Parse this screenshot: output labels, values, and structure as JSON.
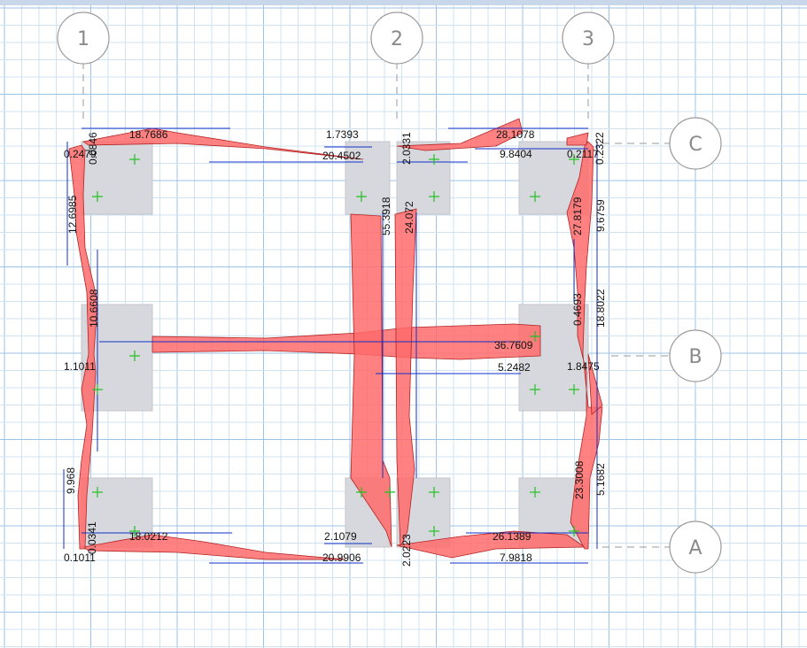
{
  "colors": {
    "background": "#ffffff",
    "top_bar": "#c8d8ea",
    "grid_minor": "#cfe3f3",
    "grid_major": "#9cc3e6",
    "diagram_fill": "#ff6b6b",
    "diagram_stroke": "#b22222",
    "dimension_line": "#1030c8",
    "column_fill": "#d6d8dd",
    "column_mark": "#21c021",
    "bubble_stroke": "#9a9a9a",
    "text": "#111111"
  },
  "grid_axes": {
    "vertical": [
      {
        "label": "1"
      },
      {
        "label": "2"
      },
      {
        "label": "3"
      }
    ],
    "horizontal": [
      {
        "label": "C"
      },
      {
        "label": "B"
      },
      {
        "label": "A"
      }
    ]
  },
  "values": {
    "c_top_1": "18.7686",
    "c_top_2": "1.7393",
    "c_top_3": "28.1078",
    "c_mid_2": "20.4502",
    "c_mid_3": "9.8404",
    "c_left_end": "0.2479",
    "c_right_end": "0.2117",
    "c_v1": "0.0846",
    "c_v2": "2.0331",
    "c_v3": "0.2322",
    "l1_upper": "12.6985",
    "l1_mid": "10.6608",
    "l1_lower": "9.968",
    "l1_bot": "0.0341",
    "l2_main": "55.3918",
    "l2_side": "24.072",
    "l3_upper_a": "27.8179",
    "l3_upper_b": "9.6759",
    "l3_mid_a": "0.4693",
    "l3_mid_b": "18.8022",
    "l3_lower_a": "23.3008",
    "l3_lower_b": "5.1682",
    "b_main": "36.7609",
    "b_sub": "5.2482",
    "b_left": "1.1011",
    "b_right": "1.8475",
    "a_top_1": "18.0212",
    "a_top_2": "2.1079",
    "a_top_3": "26.1389",
    "a_bot_2": "20.9906",
    "a_bot_3": "7.9818",
    "a_left": "0.1011",
    "a_v2": "2.0223"
  }
}
